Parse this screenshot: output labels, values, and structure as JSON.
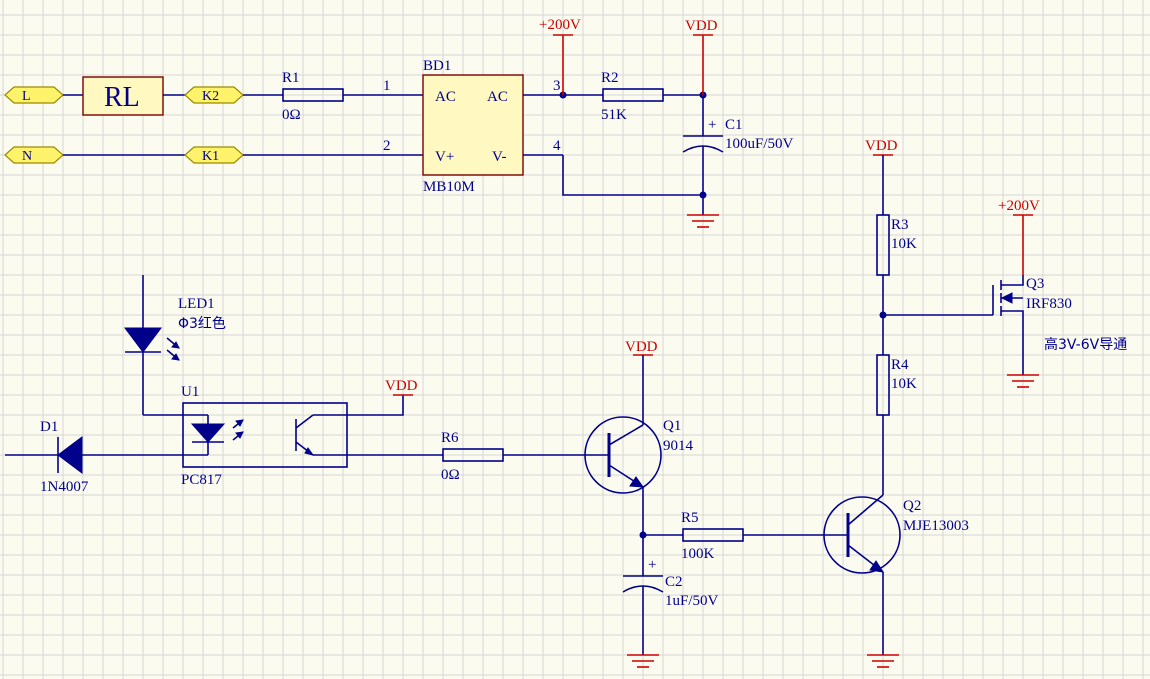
{
  "ports": {
    "l": "L",
    "n": "N",
    "k1": "K1",
    "k2": "K2"
  },
  "relay": {
    "label": "RL"
  },
  "rails": {
    "hv_a": "+200V",
    "hv_b": "+200V",
    "vdd_a": "VDD",
    "vdd_b": "VDD",
    "vdd_c": "VDD",
    "vdd_d": "VDD"
  },
  "bridge": {
    "ref": "BD1",
    "part": "MB10M",
    "pin_ac1": "AC",
    "pin_ac2": "AC",
    "pin_vp": "V+",
    "pin_vm": "V-",
    "n1": "1",
    "n2": "2",
    "n3": "3",
    "n4": "4"
  },
  "resistors": {
    "r1": {
      "ref": "R1",
      "value": "0Ω"
    },
    "r2": {
      "ref": "R2",
      "value": "51K"
    },
    "r3": {
      "ref": "R3",
      "value": "10K"
    },
    "r4": {
      "ref": "R4",
      "value": "10K"
    },
    "r5": {
      "ref": "R5",
      "value": "100K"
    },
    "r6": {
      "ref": "R6",
      "value": "0Ω"
    }
  },
  "capacitors": {
    "c1": {
      "ref": "C1",
      "value": "100uF/50V",
      "plus": "+"
    },
    "c2": {
      "ref": "C2",
      "value": "1uF/50V",
      "plus": "+"
    }
  },
  "led": {
    "ref": "LED1",
    "value": "Φ3红色"
  },
  "opto": {
    "ref": "U1",
    "part": "PC817"
  },
  "diode": {
    "ref": "D1",
    "part": "1N4007"
  },
  "transistors": {
    "q1": {
      "ref": "Q1",
      "part": "9014"
    },
    "q2": {
      "ref": "Q2",
      "part": "MJE13003"
    },
    "q3": {
      "ref": "Q3",
      "part": "IRF830",
      "note": "高3V-6V导通"
    }
  },
  "colors": {
    "wire": "#00008b",
    "power": "#cc0000",
    "port_fill": "#fff36b",
    "grid": "#d6d6d6",
    "background": "#fcfbf0"
  }
}
